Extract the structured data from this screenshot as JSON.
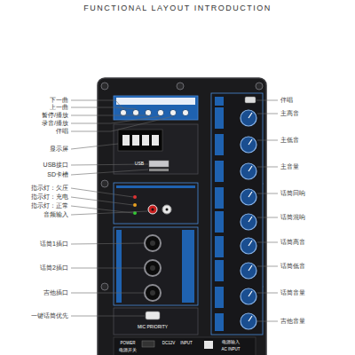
{
  "diagram": {
    "title": "FUNCTIONAL LAYOUT INTRODUCTION",
    "labels": [
      "下一曲",
      "上一曲",
      "暂停/播放",
      "录音/播放",
      "伴唱",
      "显示屏",
      "USB接口",
      "SD卡槽",
      "指示灯：欠压",
      "指示灯：充电",
      "指示灯：正常",
      "音频输入",
      "话筒1插口",
      "话筒2插口",
      "吉他插口",
      "一键话筒优先",
      "伴唱",
      "主高音",
      "主低音",
      "主音量",
      "话筒回响",
      "话筒混响",
      "话筒高音",
      "话筒低音",
      "话筒音量",
      "吉他音量",
      "USB",
      "MIC PRIORITY",
      "POWER",
      "电源开关",
      "DC12V",
      "INPUT",
      "电源输入",
      "AC INPUT"
    ]
  }
}
